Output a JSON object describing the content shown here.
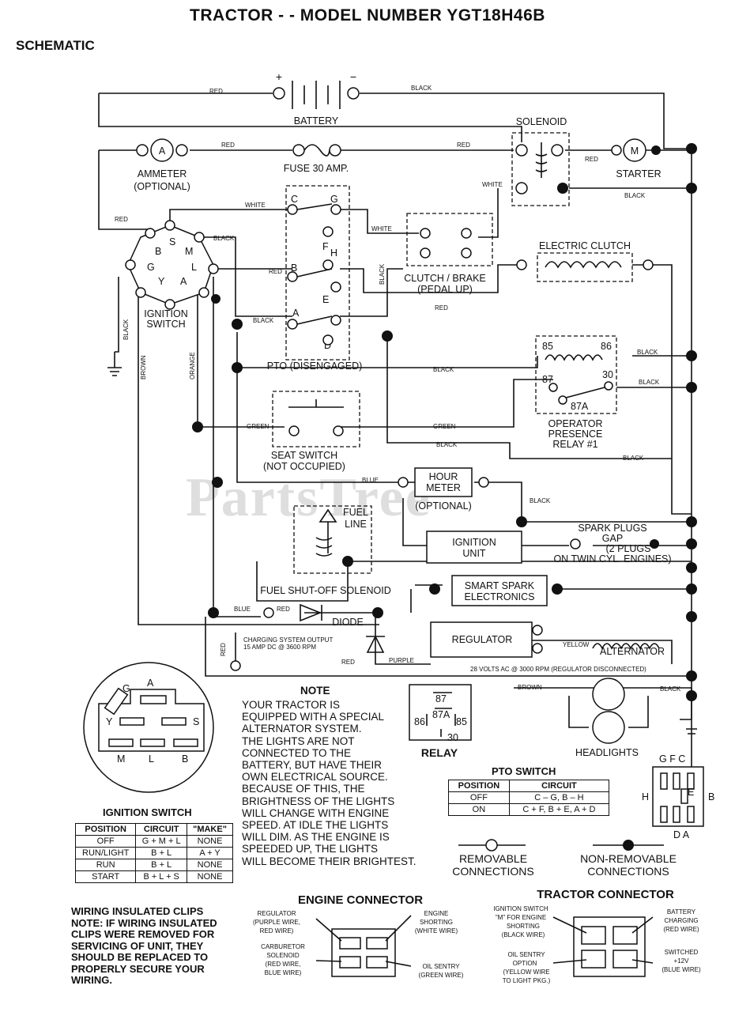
{
  "title": "TRACTOR - - MODEL NUMBER YGT18H46B",
  "subtitle": "SCHEMATIC",
  "watermark": "PartsTree",
  "components": {
    "battery": "BATTERY",
    "battery_plus": "+",
    "battery_minus": "−",
    "solenoid": "SOLENOID",
    "ammeter_line1": "AMMETER",
    "ammeter_line2": "(OPTIONAL)",
    "ammeter_symbol": "A",
    "fuse": "FUSE 30 AMP.",
    "starter": "STARTER",
    "starter_symbol": "M",
    "ignition_switch_line1": "IGNITION",
    "ignition_switch_line2": "SWITCH",
    "clutch_brake_line1": "CLUTCH / BRAKE",
    "clutch_brake_line2": "(PEDAL UP)",
    "electric_clutch": "ELECTRIC CLUTCH",
    "pto": "PTO (DISENGAGED)",
    "relay_line1": "OPERATOR",
    "relay_line2": "PRESENCE",
    "relay_line3": "RELAY #1",
    "seat_switch_line1": "SEAT SWITCH",
    "seat_switch_line2": "(NOT OCCUPIED)",
    "hour_meter_line1": "HOUR",
    "hour_meter_line2": "METER",
    "hour_meter_line3": "(OPTIONAL)",
    "fuel_line_1": "FUEL",
    "fuel_line_2": "LINE",
    "ignition_unit_line1": "IGNITION",
    "ignition_unit_line2": "UNIT",
    "spark_plugs_line1": "SPARK PLUGS",
    "spark_plugs_line2": "GAP",
    "spark_plugs_line3": "(2 PLUGS",
    "spark_plugs_line4": "ON TWIN CYL. ENGINES)",
    "fuel_shutoff": "FUEL SHUT-OFF SOLENOID",
    "smart_spark_line1": "SMART SPARK",
    "smart_spark_line2": "ELECTRONICS",
    "diode": "DIODE",
    "regulator": "REGULATOR",
    "alternator": "ALTERNATOR",
    "charging_line1": "CHARGING SYSTEM OUTPUT",
    "charging_line2": "15 AMP DC @ 3600 RPM",
    "alt_volts": "28 VOLTS AC @ 3000 RPM (REGULATOR DISCONNECTED)",
    "headlights": "HEADLIGHTS",
    "relay_label": "RELAY"
  },
  "wires": {
    "red": "RED",
    "black": "BLACK",
    "white": "WHITE",
    "brown": "BROWN",
    "orange": "ORANGE",
    "green": "GREEN",
    "blue": "BLUE",
    "purple": "PURPLE",
    "yellow": "YELLOW"
  },
  "terminals": {
    "ign": [
      "B",
      "S",
      "M",
      "G",
      "Y",
      "L",
      "A"
    ],
    "pto": [
      "C",
      "G",
      "F",
      "H",
      "B",
      "E",
      "A",
      "D"
    ],
    "relay": [
      "85",
      "86",
      "87",
      "30",
      "87A"
    ]
  },
  "relay_diagram": {
    "t87": "87",
    "t87a": "87A",
    "t86": "86",
    "t85": "85",
    "t30": "30"
  },
  "ign_connector": {
    "G": "G",
    "A": "A",
    "Y": "Y",
    "S": "S",
    "M": "M",
    "L": "L",
    "B": "B"
  },
  "pto_connector": {
    "top": "G F C",
    "left": "H",
    "right": "B",
    "mid": "E",
    "bottom": "D A"
  },
  "note": {
    "heading": "NOTE",
    "lines": [
      "YOUR TRACTOR IS",
      "EQUIPPED WITH A SPECIAL",
      "ALTERNATOR SYSTEM.",
      "THE LIGHTS ARE NOT",
      "CONNECTED TO THE",
      "BATTERY, BUT HAVE THEIR",
      "OWN ELECTRICAL SOURCE.",
      "BECAUSE OF THIS, THE",
      "BRIGHTNESS OF THE LIGHTS",
      "WILL CHANGE WITH ENGINE",
      "SPEED.  AT IDLE THE LIGHTS",
      "WILL DIM.  AS THE ENGINE IS",
      "SPEEDED UP, THE LIGHTS",
      "WILL BECOME THEIR BRIGHTEST."
    ]
  },
  "ignition_table": {
    "title": "IGNITION SWITCH",
    "headers": [
      "POSITION",
      "CIRCUIT",
      "\"MAKE\""
    ],
    "rows": [
      [
        "OFF",
        "G + M + L",
        "NONE"
      ],
      [
        "RUN/LIGHT",
        "B + L",
        "A + Y"
      ],
      [
        "RUN",
        "B + L",
        "NONE"
      ],
      [
        "START",
        "B + L + S",
        "NONE"
      ]
    ]
  },
  "pto_table": {
    "title": "PTO SWITCH",
    "headers": [
      "POSITION",
      "CIRCUIT"
    ],
    "rows": [
      [
        "OFF",
        "C – G, B – H"
      ],
      [
        "ON",
        "C + F, B + E, A + D"
      ]
    ]
  },
  "legend": {
    "removable_line1": "REMOVABLE",
    "removable_line2": "CONNECTIONS",
    "nonremovable_line1": "NON-REMOVABLE",
    "nonremovable_line2": "CONNECTIONS"
  },
  "clips": {
    "heading": "WIRING INSULATED CLIPS",
    "lines": [
      "NOTE: IF WIRING INSULATED",
      "CLIPS WERE REMOVED FOR",
      "SERVICING OF UNIT, THEY",
      "SHOULD BE REPLACED TO",
      "PROPERLY SECURE YOUR",
      "WIRING."
    ]
  },
  "engine_connector": {
    "title": "ENGINE CONNECTOR",
    "regulator": [
      "REGULATOR",
      "(PURPLE WIRE,",
      "RED WIRE)"
    ],
    "carburetor": [
      "CARBURETOR",
      "SOLENOID",
      "(RED WIRE,",
      "BLUE WIRE)"
    ],
    "engine_shorting": [
      "ENGINE",
      "SHORTING",
      "(WHITE WIRE)"
    ],
    "oil_sentry": [
      "OIL SENTRY",
      "(GREEN WIRE)"
    ]
  },
  "tractor_connector": {
    "title": "TRACTOR CONNECTOR",
    "ignition": [
      "IGNITION SWITCH",
      "\"M\" FOR ENGINE",
      "SHORTING",
      "(BLACK WIRE)"
    ],
    "oil_sentry": [
      "OIL SENTRY",
      "OPTION",
      "(YELLOW WIRE",
      "TO LIGHT PKG.)"
    ],
    "battery_charging": [
      "BATTERY",
      "CHARGING",
      "(RED WIRE)"
    ],
    "switched": [
      "SWITCHED",
      "+12V",
      "(BLUE WIRE)"
    ]
  }
}
